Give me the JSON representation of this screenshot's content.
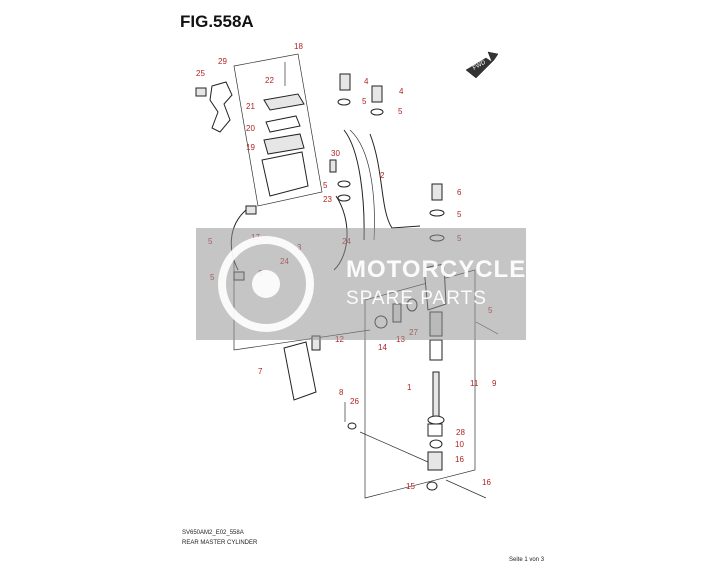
{
  "figure": {
    "title": "FIG.558A",
    "fwd_label": "FWD",
    "diagram_code": "SV650AM2_E02_558A",
    "diagram_name": "REAR MASTER CYLINDER",
    "page_info": "Seite 1 von 3"
  },
  "watermark": {
    "line1": "MOTORCYCLE",
    "line2": "SPARE PARTS"
  },
  "callouts": [
    "18",
    "29",
    "25",
    "22",
    "21",
    "20",
    "19",
    "30",
    "5",
    "4",
    "4",
    "5",
    "5",
    "2",
    "6",
    "5",
    "5",
    "5",
    "17",
    "24",
    "3",
    "6",
    "5",
    "24",
    "5",
    "27",
    "14",
    "13",
    "12",
    "7",
    "1",
    "11",
    "9",
    "8",
    "26",
    "28",
    "10",
    "16",
    "15",
    "16",
    "23"
  ],
  "colors": {
    "callout": "#b22222",
    "line": "#333333",
    "watermark": "#969696"
  }
}
